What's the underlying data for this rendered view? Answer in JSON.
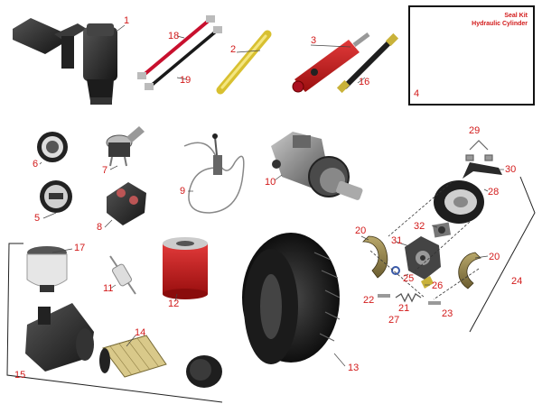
{
  "seal_kit": {
    "title_line1": "Seal Kit",
    "title_line2": "Hydraulic Cylinder"
  },
  "callouts": [
    {
      "id": "p1",
      "label": "1"
    },
    {
      "id": "p2",
      "label": "2"
    },
    {
      "id": "p3",
      "label": "3"
    },
    {
      "id": "p4",
      "label": "4"
    },
    {
      "id": "p5",
      "label": "5"
    },
    {
      "id": "p6",
      "label": "6"
    },
    {
      "id": "p7",
      "label": "7"
    },
    {
      "id": "p8",
      "label": "8"
    },
    {
      "id": "p9",
      "label": "9"
    },
    {
      "id": "p10",
      "label": "10"
    },
    {
      "id": "p11",
      "label": "11"
    },
    {
      "id": "p12",
      "label": "12"
    },
    {
      "id": "p13",
      "label": "13"
    },
    {
      "id": "p14",
      "label": "14"
    },
    {
      "id": "p15",
      "label": "15"
    },
    {
      "id": "p16",
      "label": "16"
    },
    {
      "id": "p17",
      "label": "17"
    },
    {
      "id": "p18",
      "label": "18"
    },
    {
      "id": "p19",
      "label": "19"
    },
    {
      "id": "p20a",
      "label": "20"
    },
    {
      "id": "p20b",
      "label": "20"
    },
    {
      "id": "p21",
      "label": "21"
    },
    {
      "id": "p22",
      "label": "22"
    },
    {
      "id": "p23",
      "label": "23"
    },
    {
      "id": "p24",
      "label": "24"
    },
    {
      "id": "p25",
      "label": "25"
    },
    {
      "id": "p26",
      "label": "26"
    },
    {
      "id": "p27",
      "label": "27"
    },
    {
      "id": "p28",
      "label": "28"
    },
    {
      "id": "p29",
      "label": "29"
    },
    {
      "id": "p30",
      "label": "30"
    },
    {
      "id": "p31",
      "label": "31"
    },
    {
      "id": "p32",
      "label": "32"
    }
  ],
  "colors": {
    "callout": "#d21a1a",
    "part_dark": "#2b2b2b",
    "cylinder_red": "#c8102e",
    "pin_yellow": "#e8d040",
    "filter_red": "#c62020"
  }
}
